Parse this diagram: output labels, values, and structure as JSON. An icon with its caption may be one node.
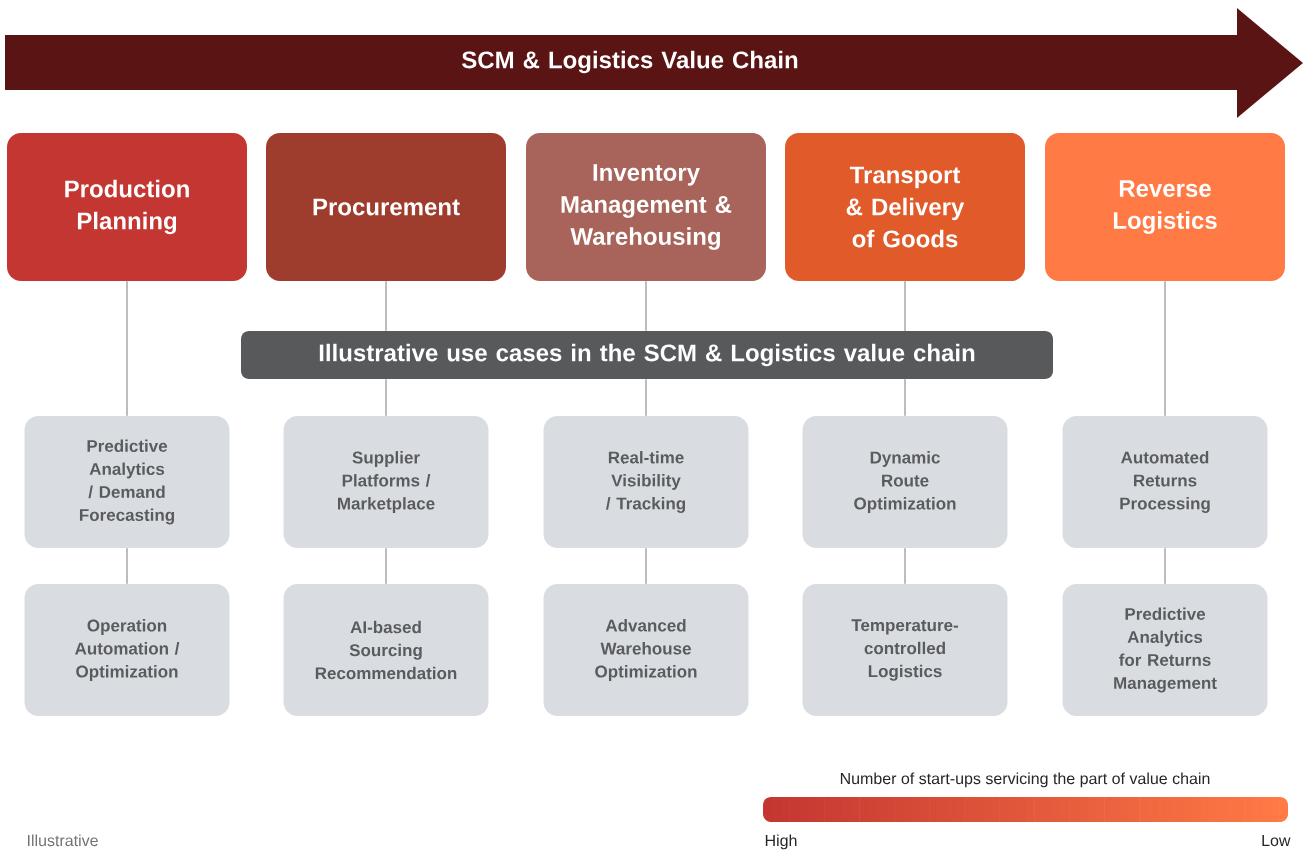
{
  "diagram": {
    "nodes": [
      {
        "text": [
          "SCM & Logistics Value Chain"
        ]
      },
      {
        "text": [
          "Production Planning"
        ]
      },
      {
        "text": [
          "Procurement"
        ]
      },
      {
        "text": [
          "Inventory Management & Warehousing"
        ]
      },
      {
        "text": [
          "Transport & Delivery of Goods"
        ]
      },
      {
        "text": [
          "Reverse Logistics"
        ]
      },
      {
        "text": [
          "Illustrative use cases in the SCM & Logistics value chain"
        ]
      },
      {
        "text": [
          "Predictive Analytics / Demand Forecasting"
        ]
      },
      {
        "text": [
          "Supplier Platforms / Marketplace"
        ]
      },
      {
        "text": [
          "Real-time Visibility / Tracking"
        ]
      },
      {
        "text": [
          "Dynamic Route Optimization"
        ]
      },
      {
        "text": [
          "Automated Returns Processing"
        ]
      },
      {
        "text": [
          "Operation Automation / Optimization"
        ]
      },
      {
        "text": [
          "AI-based Sourcing Recommendation"
        ]
      },
      {
        "text": [
          "Advanced Warehouse Optimization"
        ]
      },
      {
        "text": [
          "Temperature-controlled Logistics"
        ]
      },
      {
        "text": [
          "Predictive Analytics for Returns Management"
        ]
      }
    ],
    "edges": [
      {
        "from": 1,
        "to": 7,
        "arrow": "none"
      },
      {
        "from": 7,
        "to": 12,
        "arrow": "none"
      },
      {
        "from": 2,
        "to": 6,
        "arrow": "none"
      },
      {
        "from": 6,
        "to": 8,
        "arrow": "none"
      },
      {
        "from": 8,
        "to": 13,
        "arrow": "none"
      },
      {
        "from": 3,
        "to": 6,
        "arrow": "none"
      },
      {
        "from": 6,
        "to": 9,
        "arrow": "none"
      },
      {
        "from": 9,
        "to": 14,
        "arrow": "none"
      },
      {
        "from": 4,
        "to": 6,
        "arrow": "none"
      },
      {
        "from": 6,
        "to": 10,
        "arrow": "none"
      },
      {
        "from": 10,
        "to": 15,
        "arrow": "none"
      },
      {
        "from": 5,
        "to": 11,
        "arrow": "none"
      },
      {
        "from": 11,
        "to": 16,
        "arrow": "none"
      }
    ],
    "labels": [
      "Number of start-ups servicing the part of value chain",
      "High",
      "Low",
      "Illustrative"
    ]
  }
}
